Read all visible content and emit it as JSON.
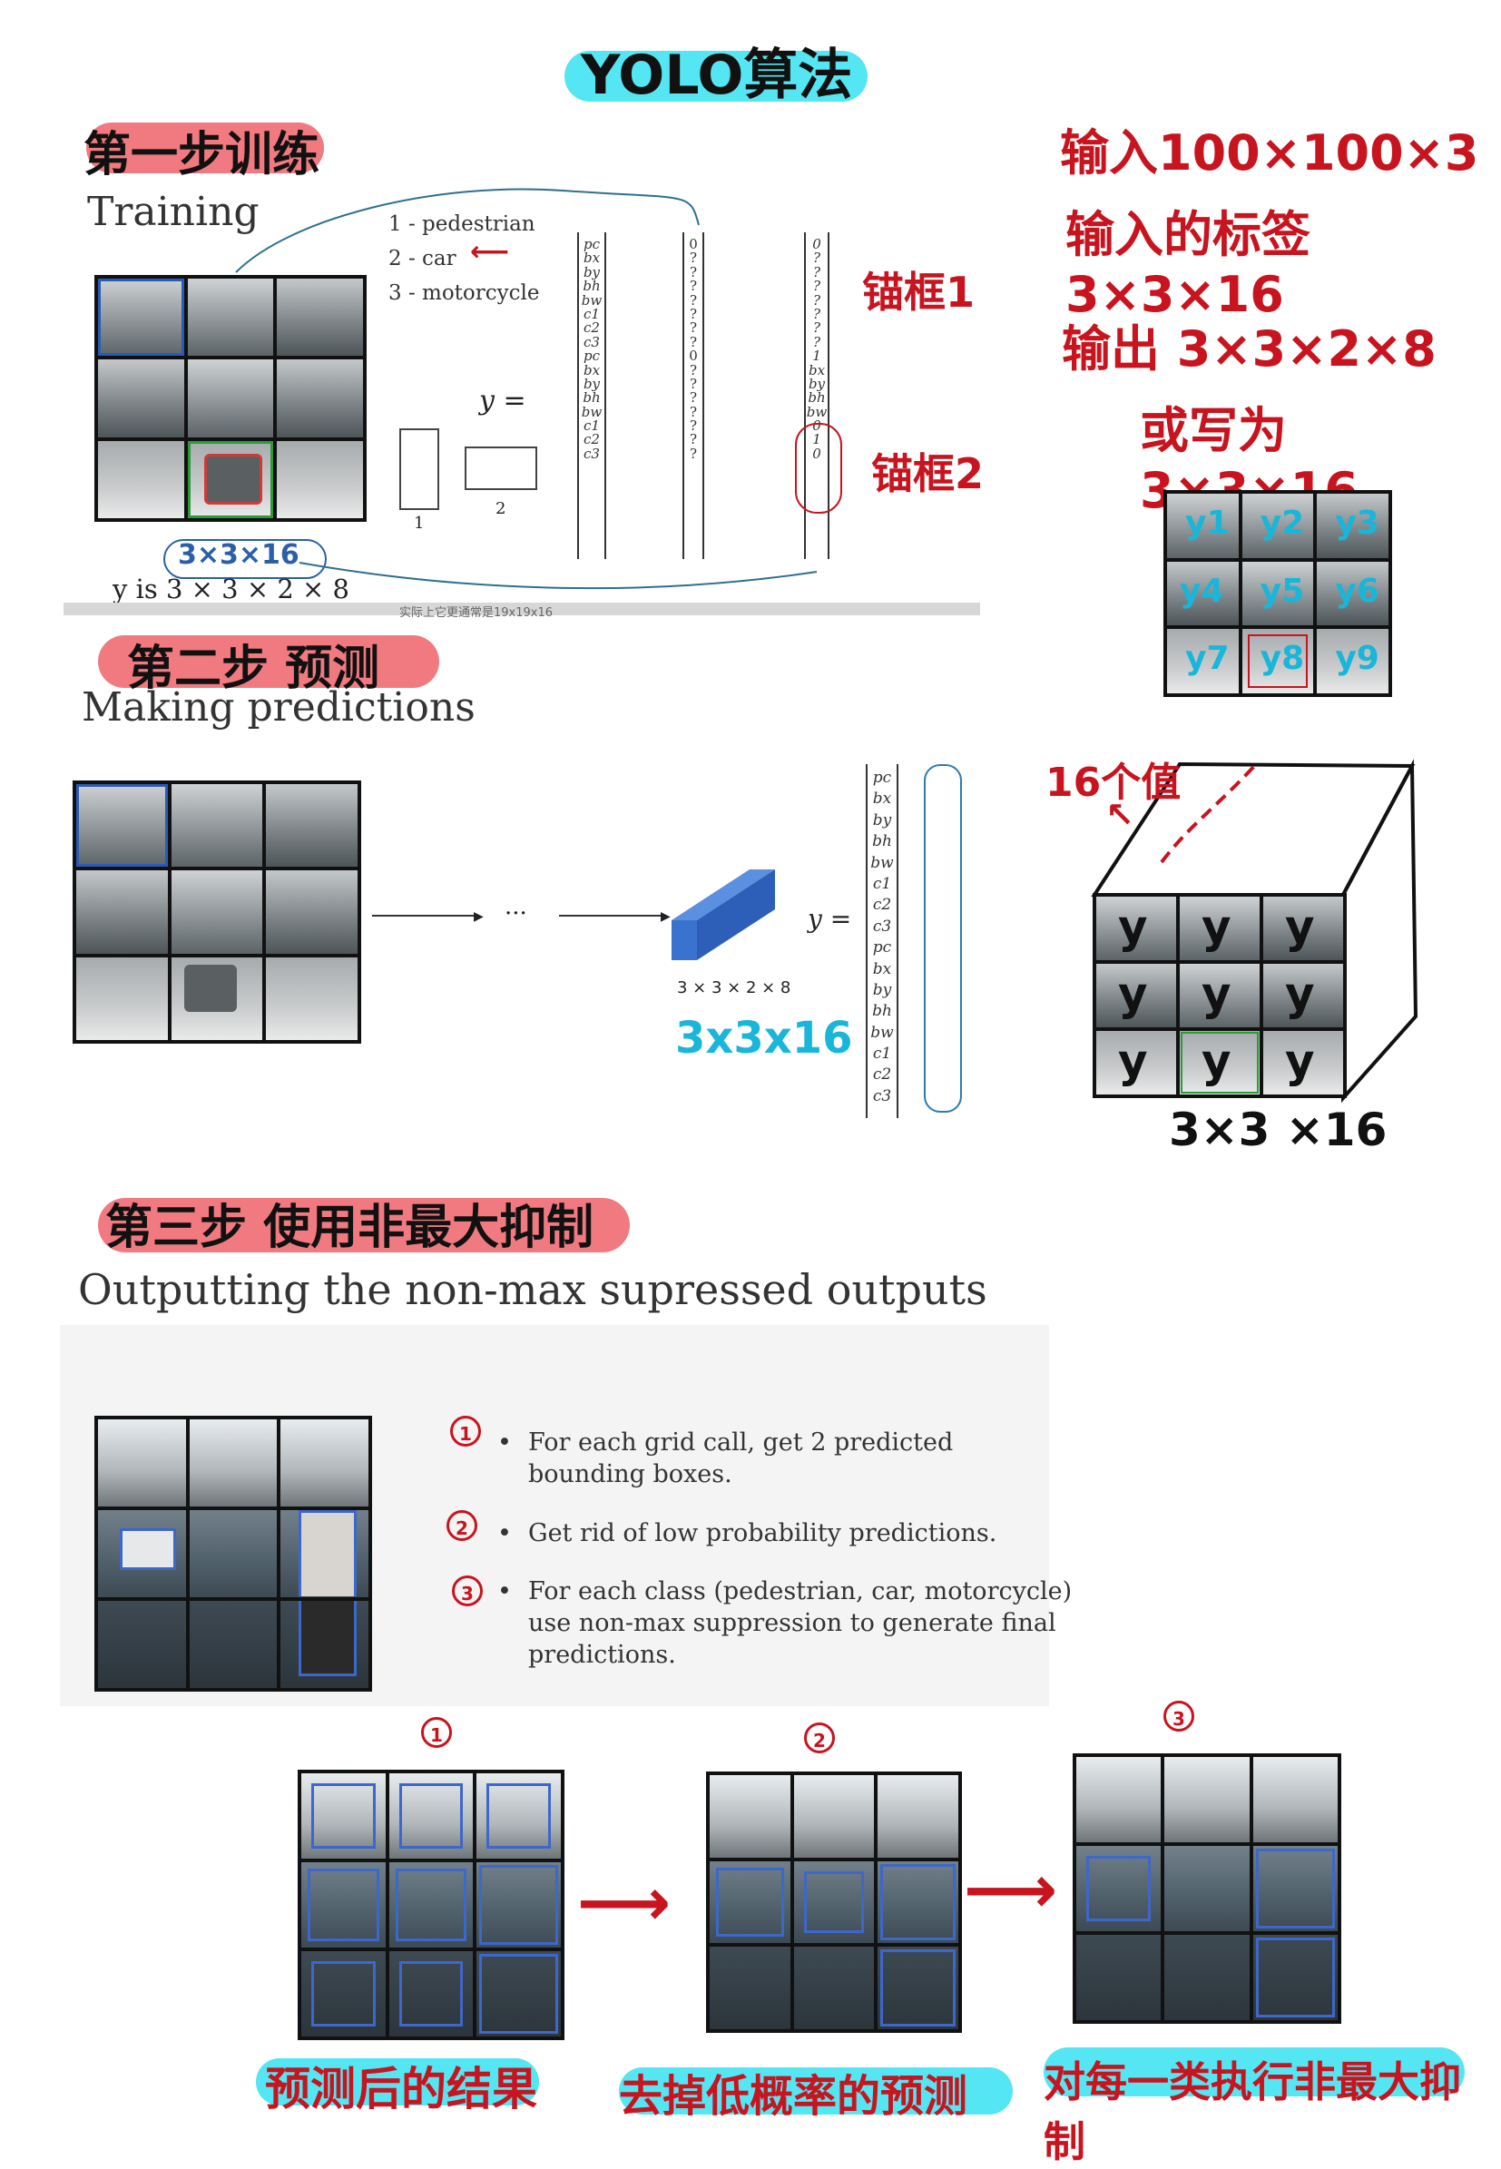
{
  "title": "YOLO算法",
  "step1": {
    "heading": "第一步训练",
    "subtitle": "Training",
    "classes": [
      "1 - pedestrian",
      "2 - car",
      "3 - motorcycle"
    ],
    "y_eq": "y  =",
    "y_shape": "y  is 3 × 3 × 2 × 8",
    "circled_shape": "3×3×16",
    "anchor_labels": [
      "1",
      "2"
    ],
    "vector_labels": [
      "pc",
      "bx",
      "by",
      "bh",
      "bw",
      "c1",
      "c2",
      "c3",
      "pc",
      "bx",
      "by",
      "bh",
      "bw",
      "c1",
      "c2",
      "c3"
    ],
    "vector_q": [
      "0",
      "?",
      "?",
      "?",
      "?",
      "?",
      "?",
      "?",
      "0",
      "?",
      "?",
      "?",
      "?",
      "?",
      "?",
      "?"
    ],
    "vector_anchor": [
      "0",
      "?",
      "?",
      "?",
      "?",
      "?",
      "?",
      "?",
      "1",
      "bx",
      "by",
      "bh",
      "bw",
      "0",
      "1",
      "0"
    ],
    "anchor1": "锚框1",
    "anchor2": "锚框2",
    "bottom_caption": "实际上它更通常是19x19x16"
  },
  "notes": {
    "line1": "输入100×100×3",
    "line2": "输入的标签3×3×16",
    "line3": "输出 3×3×2×8",
    "line4": "或写为3×3×16",
    "y_cells": [
      "y1",
      "y2",
      "y3",
      "y4",
      "y5",
      "y6",
      "y7",
      "y8",
      "y9"
    ]
  },
  "step2": {
    "heading": "第二步 预测",
    "subtitle": "Making predictions",
    "dots": "···",
    "block_label": "3 × 3 × 2 × 8",
    "handwritten_label": "3x3x16",
    "y_eq": "y =",
    "vector_labels": [
      "pc",
      "bx",
      "by",
      "bh",
      "bw",
      "c1",
      "c2",
      "c3",
      "pc",
      "bx",
      "by",
      "bh",
      "bw",
      "c1",
      "c2",
      "c3"
    ],
    "cube_label": "16个值",
    "cube_cells": [
      "y",
      "y",
      "y",
      "y",
      "y",
      "y",
      "y",
      "y",
      "y"
    ],
    "cube_size": "3×3 ×16"
  },
  "step3": {
    "heading": "第三步 使用非最大抑制",
    "subtitle": "Outputting the non-max supressed outputs",
    "bullets": [
      {
        "num": "1",
        "text": "For each grid call, get 2 predicted bounding boxes."
      },
      {
        "num": "2",
        "text": "Get rid of low probability predictions."
      },
      {
        "num": "3",
        "text": "For each class (pedestrian, car, motorcycle) use non-max suppression to generate final predictions."
      }
    ],
    "stage_nums": [
      "1",
      "2",
      "3"
    ],
    "captions": [
      "预测后的结果",
      "去掉低概率的预测",
      "对每一类执行非最大抑制"
    ]
  }
}
